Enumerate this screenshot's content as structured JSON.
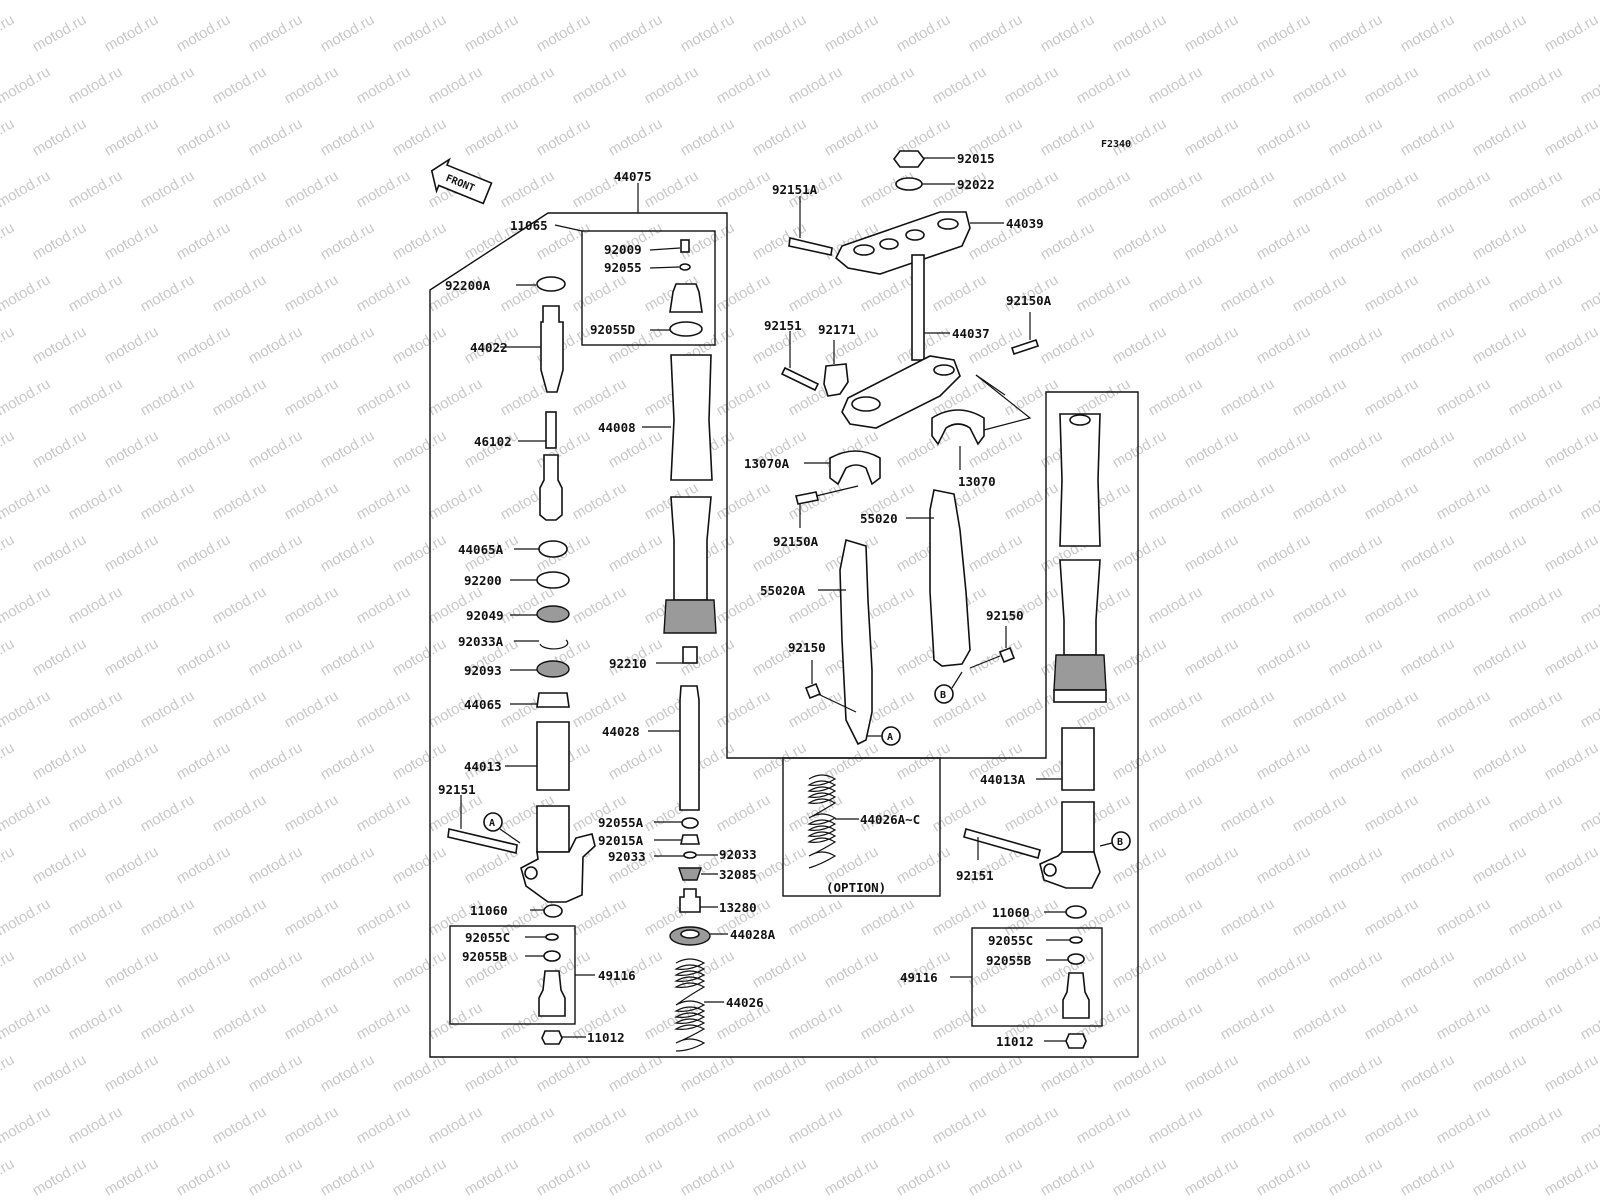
{
  "watermark": {
    "text": "motod.ru",
    "color": "#c9c9c9"
  },
  "diagram_code": "F2340",
  "front_label": "FRONT",
  "option_label": "(OPTION)",
  "callout_markers": [
    "A",
    "B"
  ],
  "labels": {
    "l_44075": "44075",
    "l_11065": "11065",
    "l_92009": "92009",
    "l_92055": "92055",
    "l_92200A": "92200A",
    "l_92055D": "92055D",
    "l_44022": "44022",
    "l_46102": "46102",
    "l_44008": "44008",
    "l_44065A": "44065A",
    "l_92200": "92200",
    "l_92049": "92049",
    "l_92033A": "92033A",
    "l_92093": "92093",
    "l_92210": "92210",
    "l_44065": "44065",
    "l_44028": "44028",
    "l_44013": "44013",
    "l_92151_left": "92151",
    "l_92055A": "92055A",
    "l_92015A": "92015A",
    "l_92033_right": "92033",
    "l_92033_left": "92033",
    "l_32085": "32085",
    "l_11060_left": "11060",
    "l_13280": "13280",
    "l_44028A": "44028A",
    "l_92055C_left": "92055C",
    "l_92055B_left": "92055B",
    "l_49116_left": "49116",
    "l_44026": "44026",
    "l_11012_left": "11012",
    "l_92015": "92015",
    "l_92022": "92022",
    "l_92151A": "92151A",
    "l_44039": "44039",
    "l_92150A_top": "92150A",
    "l_92151_mid": "92151",
    "l_92171": "92171",
    "l_44037": "44037",
    "l_13070A": "13070A",
    "l_13070": "13070",
    "l_55020": "55020",
    "l_92150A_mid": "92150A",
    "l_55020A": "55020A",
    "l_92150_right": "92150",
    "l_92150_mid": "92150",
    "l_44026AC": "44026A~C",
    "l_44013A": "44013A",
    "l_92151_right": "92151",
    "l_11060_right": "11060",
    "l_92055C_right": "92055C",
    "l_92055B_right": "92055B",
    "l_49116_right": "49116",
    "l_11012_right": "11012"
  }
}
